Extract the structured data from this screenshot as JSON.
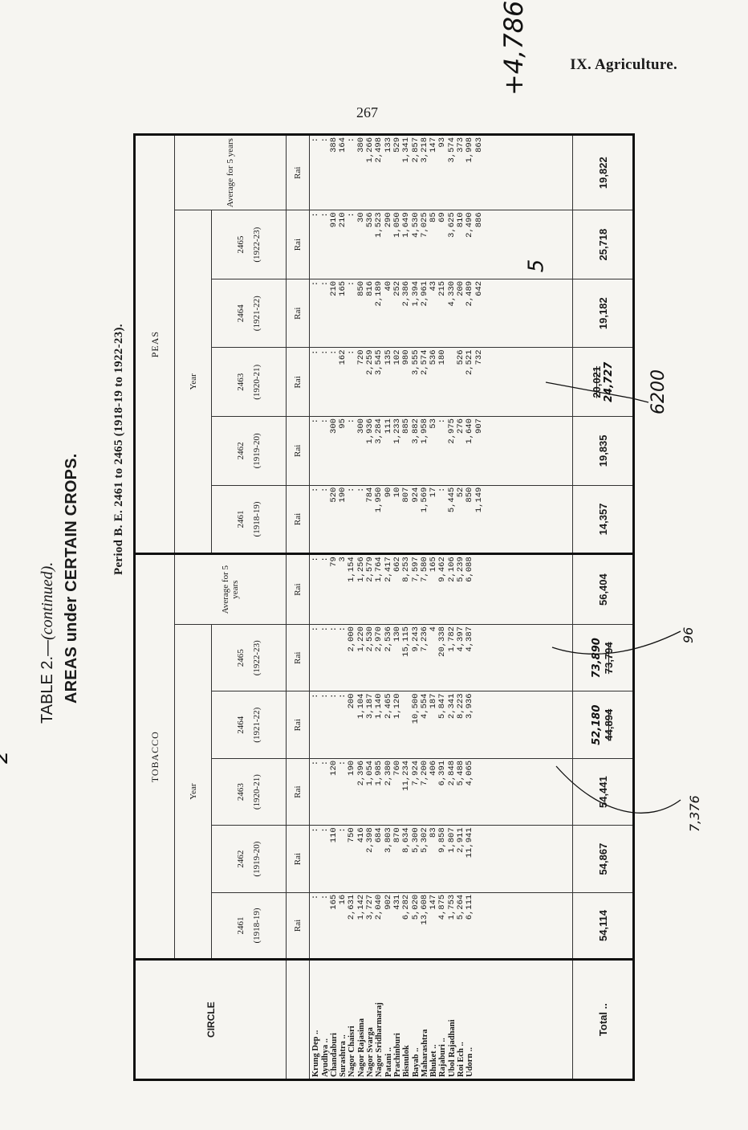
{
  "header": {
    "section_title": "IX. Agriculture.",
    "page_number": "267",
    "handwritten_top": "+4,786",
    "handwritten_peas": "5"
  },
  "caption": {
    "title_prefix": "TABLE 2.—",
    "title_continued": "(continued).",
    "subtitle": "AREAS under CERTAIN CROPS.",
    "period": "Period B. E. 2461 to 2465 (1918-19 to 1922-23)."
  },
  "table": {
    "circle_header": "CIRCLE",
    "tobacco_header": "TOBACCO",
    "tobacco_handwritten": "2",
    "peas_header": "PEAS",
    "year_label": "Year",
    "average_label": "Average for 5 years",
    "unit": "Rai",
    "years": [
      {
        "be": "2461",
        "ce": "(1918-19)"
      },
      {
        "be": "2462",
        "ce": "(1919-20)"
      },
      {
        "be": "2463",
        "ce": "(1920-21)"
      },
      {
        "be": "2464",
        "ce": "(1921-22)"
      },
      {
        "be": "2465",
        "ce": "(1922-23)"
      }
    ],
    "circles": [
      "Krung Dep ..",
      "Ayudhya ..",
      "Chandaburi",
      "Surashtra ..",
      "Nagor Chaisri",
      "Nagor Rajasima",
      "Nagor Svarga",
      "Nagor Sridharmaraj",
      "Patani ..",
      "Prachinburi",
      "Bisnulok",
      "Bayab ..",
      "Maharashtra",
      "Bhuket ..",
      "Rajaburi ..",
      "Ubol Rajadhani",
      "Roi Ech ..",
      "Udorn .."
    ],
    "tobacco": {
      "y2461": [
        ":",
        ":",
        "165",
        "16",
        "2,631",
        "1,142",
        "3,727",
        "2,040",
        "902",
        "431",
        "6,282",
        "5,020",
        "13,608",
        "147",
        "4,875",
        "1,753",
        "5,264",
        "6,111"
      ],
      "y2462": [
        ":",
        ":",
        "110",
        ":",
        "750",
        "416",
        "2,398",
        "684",
        "3,803",
        "870",
        "8,634",
        "5,300",
        "5,302",
        "83",
        "9,858",
        "1,807",
        "2,911",
        "11,941"
      ],
      "y2463": [
        ":",
        ":",
        "120",
        ":",
        "190",
        "2,396",
        "1,054",
        "1,985",
        "2,380",
        "760",
        "11,234",
        "7,924",
        "7,200",
        "406",
        "6,391",
        "2,848",
        "5,488",
        "4,065"
      ],
      "y2464": [
        ":",
        ":",
        ":",
        ":",
        "200",
        "1,104",
        "3,187",
        "1,140",
        "2,465",
        "1,120",
        "",
        "10,500",
        "4,554",
        "187",
        "5,847",
        "2,341",
        "8,223",
        "3,936"
      ],
      "y2465": [
        ":",
        ":",
        ":",
        ":",
        "2,000",
        "1,220",
        "2,530",
        "2,970",
        "2,536",
        "130",
        "15,115",
        "9,243",
        "7,236",
        "4",
        "20,338",
        "1,782",
        "4,397",
        "4,387"
      ],
      "avg": [
        ":",
        ":",
        "79",
        "3",
        "1,154",
        "1,256",
        "2,579",
        "1,764",
        "2,417",
        "662",
        "8,253",
        "7,597",
        "7,580",
        "165",
        "9,462",
        "2,106",
        "5,239",
        "6,088"
      ],
      "totals": [
        "54,114",
        "54,867",
        "54,441",
        "44,894",
        "73,794",
        "56,404"
      ],
      "total_2464_handwritten": "52,180",
      "total_2465_handwritten": "73,890",
      "note_7376": "7,376",
      "note_96": "96"
    },
    "peas": {
      "y2461": [
        ":",
        ":",
        "520",
        "190",
        ":",
        ":",
        "784",
        "1,950",
        "90",
        "10",
        "807",
        "924",
        "1,569",
        "17",
        ":",
        "5,445",
        "52",
        "850",
        "1,149"
      ],
      "y2462": [
        ":",
        ":",
        "300",
        "95",
        ":",
        "300",
        "1,936",
        "3,284",
        "111",
        "1,233",
        "885",
        "3,882",
        "1,958",
        "53",
        ":",
        "2,975",
        "276",
        "1,640",
        "907"
      ],
      "y2463": [
        ":",
        ":",
        ":",
        "162",
        ":",
        "720",
        "2,259",
        "3,545",
        "135",
        "102",
        "980",
        "3,555",
        "2,574",
        "536",
        "180",
        "",
        "526",
        "2,521",
        "732"
      ],
      "y2464": [
        ":",
        ":",
        "210",
        "165",
        ":",
        "850",
        "816",
        "2,189",
        "40",
        "252",
        "2,386",
        "1,394",
        "2,961",
        "43",
        "215",
        "4,330",
        "200",
        "2,489",
        "642"
      ],
      "y2465": [
        ":",
        ":",
        "910",
        "210",
        ":",
        "30",
        "536",
        "1,523",
        "290",
        "1,050",
        "1,649",
        "4,530",
        "7,025",
        "85",
        "69",
        "3,625",
        "810",
        "2,490",
        "886"
      ],
      "avg": [
        ":",
        ":",
        "388",
        "164",
        ":",
        "380",
        "1,266",
        "2,498",
        "133",
        "529",
        "1,341",
        "2,857",
        "3,218",
        "147",
        "93",
        "3,574",
        "373",
        "1,998",
        "863"
      ],
      "totals": [
        "14,357",
        "19,835",
        "20,021",
        "19,182",
        "25,718",
        "19,822"
      ],
      "total_2463_handwritten": "24,727",
      "note_6200": "6200"
    },
    "total_label": "Total .."
  }
}
